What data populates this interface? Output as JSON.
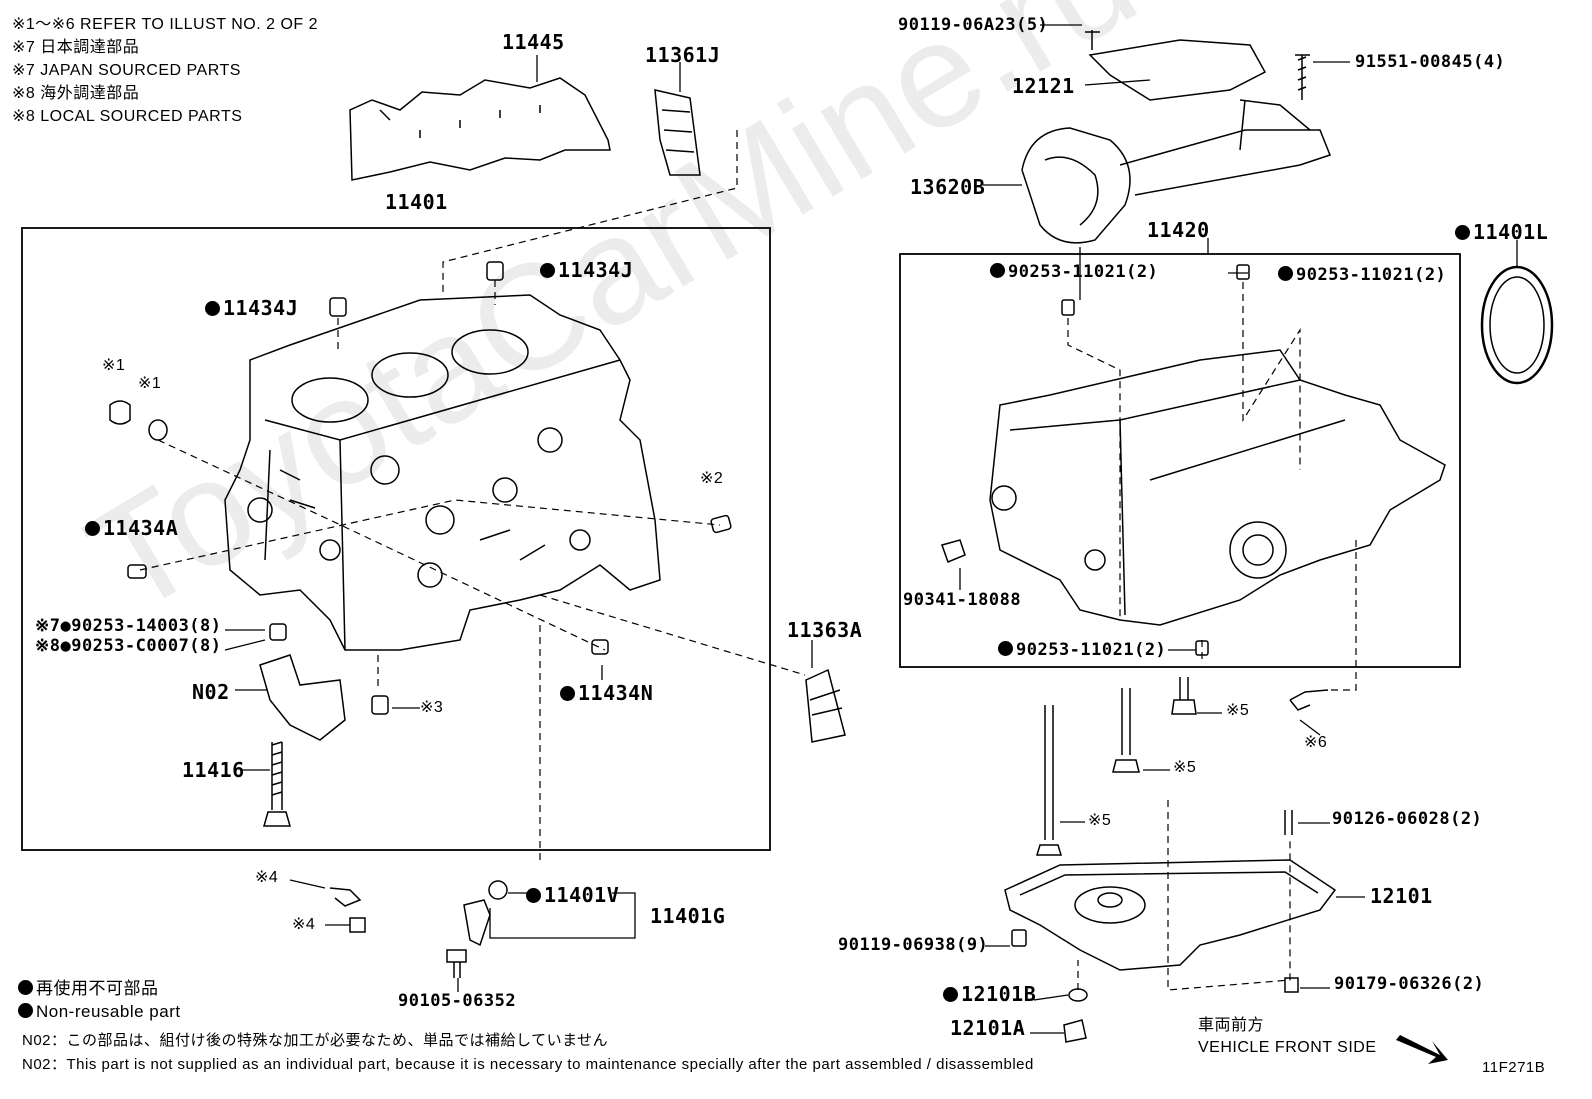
{
  "notes": {
    "refer": "※1～※6  REFER TO ILLUST NO. 2 OF 2",
    "n7_jp": "※7 日本調達部品",
    "n7_en": "※7 JAPAN SOURCED PARTS",
    "n8_jp": "※8 海外調達部品",
    "n8_en": "※8 LOCAL SOURCED PARTS"
  },
  "legend": {
    "nonreusable_jp": "再使用不可部品",
    "nonreusable_en": "Non-reusable part",
    "n02_jp": "N02：この部品は、組付け後の特殊な加工が必要なため、単品では補給していません",
    "n02_en": "N02：This part is not supplied as an individual part, because it is necessary to maintenance specially after the part assembled / disassembled"
  },
  "front": {
    "jp": "車両前方",
    "en": "VEHICLE FRONT SIDE"
  },
  "diagram_id": "11F271B",
  "watermark": "ToyotaCarMine.ru",
  "parts": {
    "p11445": "11445",
    "p11361J": "11361J",
    "p11401": "11401",
    "p11434J_a": "11434J",
    "p11434J_b": "11434J",
    "ref1a": "※1",
    "ref1b": "※1",
    "ref2": "※2",
    "ref3": "※3",
    "p11434A": "11434A",
    "p90253_14003": "※7●90253-14003(8)",
    "p90253_C0007": "※8●90253-C0007(8)",
    "pN02": "N02",
    "p11416": "11416",
    "p11434N": "11434N",
    "p11363A": "11363A",
    "ref4a": "※4",
    "ref4b": "※4",
    "p11401V": "11401V",
    "p11401G": "11401G",
    "p90105": "90105-06352",
    "p90119_06A23": "90119-06A23(5)",
    "p12121": "12121",
    "p91551": "91551-00845(4)",
    "p13620B": "13620B",
    "p11420": "11420",
    "p11401L": "11401L",
    "p90253_11021_a": "90253-11021(2)",
    "p90253_11021_b": "90253-11021(2)",
    "p90253_11021_c": "90253-11021(2)",
    "p90341": "90341-18088",
    "ref5a": "※5",
    "ref5b": "※5",
    "ref5c": "※5",
    "ref6": "※6",
    "p90126": "90126-06028(2)",
    "p12101": "12101",
    "p90119_06938": "90119-06938(9)",
    "p12101B": "12101B",
    "p90179": "90179-06326(2)",
    "p12101A": "12101A"
  }
}
